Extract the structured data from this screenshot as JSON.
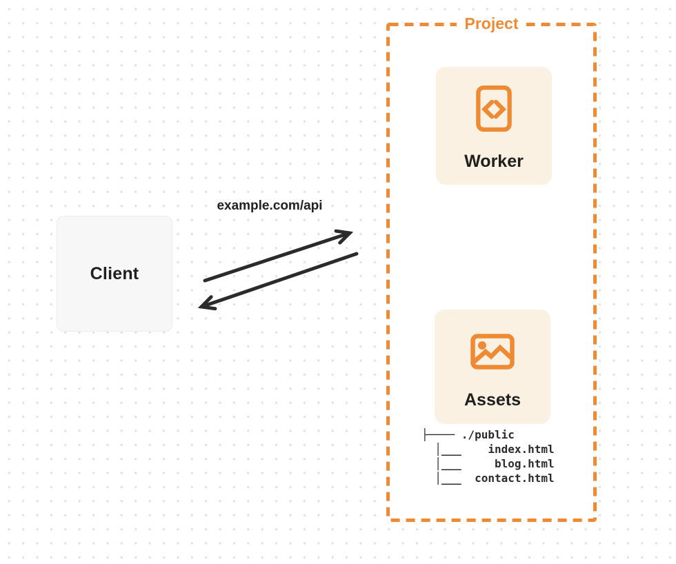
{
  "diagram": {
    "client": {
      "label": "Client"
    },
    "request": {
      "label": "example.com/api"
    },
    "arrows": {
      "request_direction": "client-to-project",
      "response_direction": "project-to-client",
      "color": "#2b2b2b"
    },
    "project": {
      "label": "Project",
      "worker": {
        "label": "Worker",
        "icon": "code-file-icon"
      },
      "assets": {
        "label": "Assets",
        "icon": "image-icon"
      },
      "file_tree": {
        "text": "├──── ./public\n  │___    index.html\n  │___     blog.html\n  │___  contact.html",
        "root": "./public",
        "files": [
          "index.html",
          "blog.html",
          "contact.html"
        ]
      }
    },
    "colors": {
      "accent_orange": "#ed8a33",
      "card_background": "#fbf1e2",
      "client_background": "#f7f7f7",
      "arrow": "#2b2b2b",
      "text_dark": "#1f1f1f",
      "dot_grid": "#e3e3e3"
    }
  }
}
